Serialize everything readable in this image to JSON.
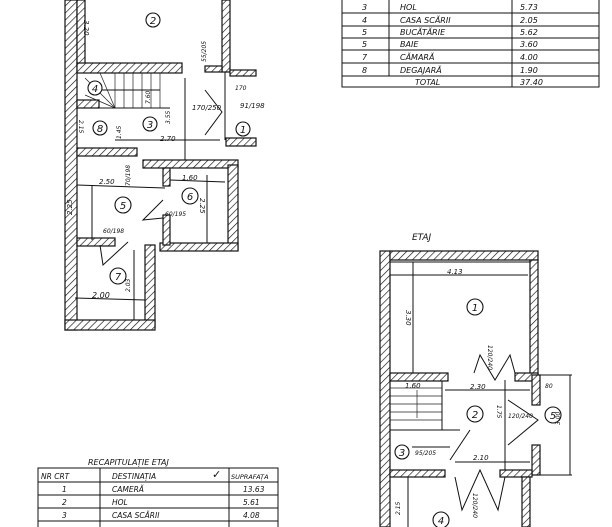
{
  "ground_floor": {
    "room_numbers": [
      "1",
      "2",
      "3",
      "4",
      "5",
      "6",
      "7"
    ],
    "dimensions": {
      "room2_side": "3.20",
      "door_top": "55/205",
      "room1_top": "170",
      "room1_door": "91/198",
      "stair_right": "7.60",
      "room3_door": "170/250",
      "room3_width": "2.70",
      "room3_side": "3.55",
      "room4_side": "2.15",
      "room4_door": "1.45",
      "room5_width": "2.50",
      "room5_door": "70/198",
      "room5_side": "2.25",
      "room5_lower_door": "60/198",
      "room6_width": "1.60",
      "room6_door": "60/195",
      "room6_side": "2.25",
      "room7_width": "2.00",
      "room7_side": "2.03"
    }
  },
  "upper_floor": {
    "title": "ETAJ",
    "room_numbers": [
      "1",
      "2",
      "3",
      "4",
      "5"
    ],
    "dimensions": {
      "room1_width": "4.13",
      "room1_side": "3.30",
      "room1_door": "120/240",
      "stair_width": "1.60",
      "hall_width": "2.30",
      "hall_side": "1.75",
      "room5_top": "80",
      "room5_door": "120/240",
      "room5_side": "3.00",
      "room3_door": "95/205",
      "hall_bottom": "2.10",
      "room4_door": "120/240",
      "room4_side": "2.15"
    }
  },
  "ground_table": {
    "rows": [
      {
        "nr": "3",
        "name": "HOL",
        "area": "5.73"
      },
      {
        "nr": "4",
        "name": "CASA SCĂRII",
        "area": "2.05"
      },
      {
        "nr": "5",
        "name": "BUCĂTĂRIE",
        "area": "5.62"
      },
      {
        "nr": "5",
        "name": "BAIE",
        "area": "3.60"
      },
      {
        "nr": "7",
        "name": "CĂMARĂ",
        "area": "4.00"
      },
      {
        "nr": "8",
        "name": "DEGAJARĂ",
        "area": "1.90"
      }
    ],
    "total_label": "TOTAL",
    "total_value": "37.40"
  },
  "upper_table": {
    "title": "RECAPITULAȚIE ETAJ",
    "check_mark": "✓",
    "headers": [
      "NR CRT",
      "DESTINAȚIA",
      "SUPRAFAȚA"
    ],
    "rows": [
      {
        "nr": "1",
        "name": "CAMERĂ",
        "area": "13.63"
      },
      {
        "nr": "2",
        "name": "HOL",
        "area": "5.61"
      },
      {
        "nr": "3",
        "name": "CASA SCĂRII",
        "area": "4.08"
      }
    ]
  }
}
